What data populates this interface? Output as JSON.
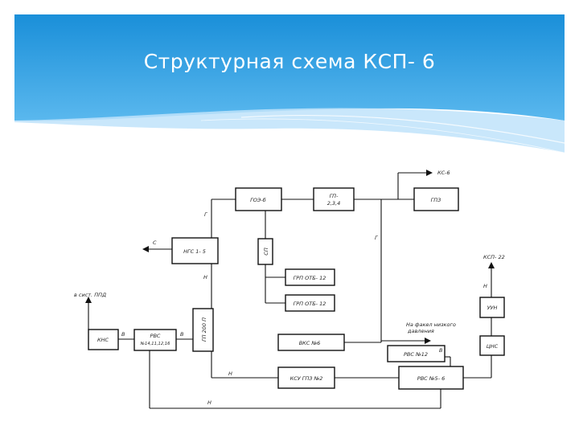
{
  "slide": {
    "title": "Структурная схема КСП- 6",
    "colors": {
      "banner_top": "#1a8fd9",
      "banner_bottom": "#5ab8ee",
      "wave": "#bfe3fa"
    }
  },
  "diagram": {
    "blocks": {
      "gos": "ГОЭ-б",
      "gp": [
        "ГП-",
        "2,3,4"
      ],
      "gpz": "ГПЗ",
      "ngs": "НГС 1- 5",
      "sp": "СП",
      "grp1": "ГРП ОТБ- 12",
      "grp2": "ГРП ОТБ- 12",
      "gp200": "ГП 200 П",
      "kns": "КНС",
      "rvs_left": [
        "РВС",
        "№14,11,12,16"
      ],
      "vks": "ВКС №6",
      "rvs12": "РВС №12",
      "ksu": "КСУ ГПЗ №2",
      "rvs56": "РВС №5- 6",
      "uun": "УУН",
      "tsns": "ЦНС"
    },
    "labels": {
      "ks6": "КС-6",
      "ksp22": "КСП- 22",
      "to_ppd": "в сист. ППД",
      "na_fakel": [
        "На факел низкого",
        "давления"
      ],
      "c": "С",
      "g": "Г",
      "n": "Н",
      "v1": "В",
      "v2": "В",
      "v3": "В",
      "n2": "Н",
      "n3": "Н",
      "g2": "Г",
      "n4": "Н"
    }
  }
}
